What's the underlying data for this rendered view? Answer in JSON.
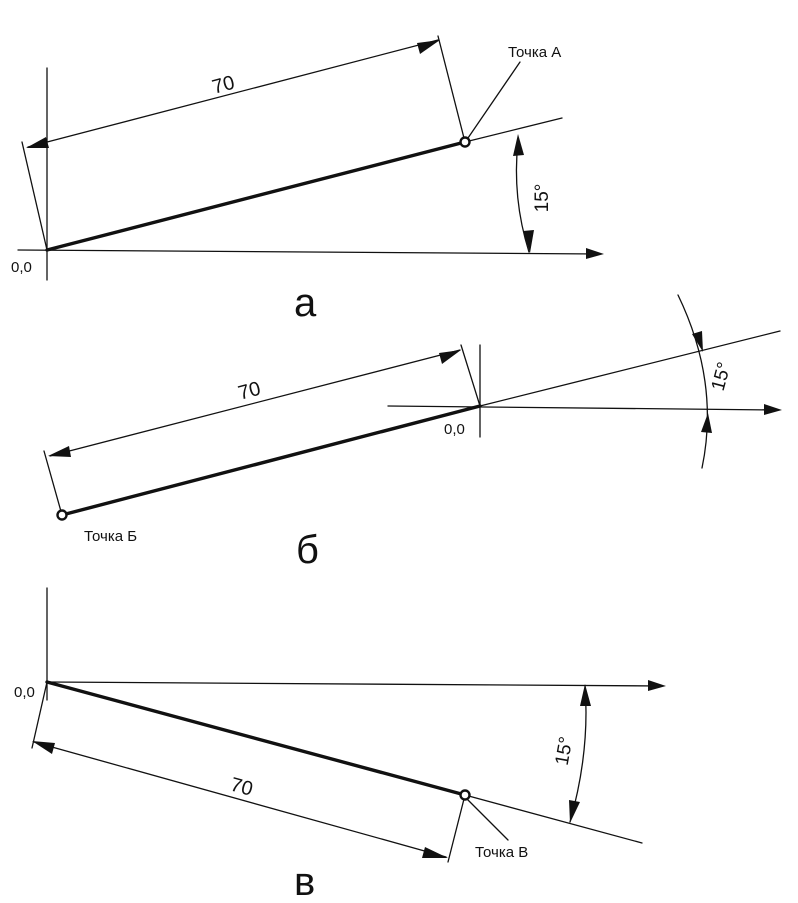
{
  "panels": {
    "a": {
      "caption": "а",
      "origin_label": "0,0",
      "dimension": "70",
      "angle": "15°",
      "point_label": "Точка А"
    },
    "b": {
      "caption": "б",
      "origin_label": "0,0",
      "dimension": "70",
      "angle": "15°",
      "point_label": "Точка Б"
    },
    "c": {
      "caption": "в",
      "origin_label": "0,0",
      "dimension": "70",
      "angle": "15°",
      "point_label": "Точка В"
    }
  }
}
